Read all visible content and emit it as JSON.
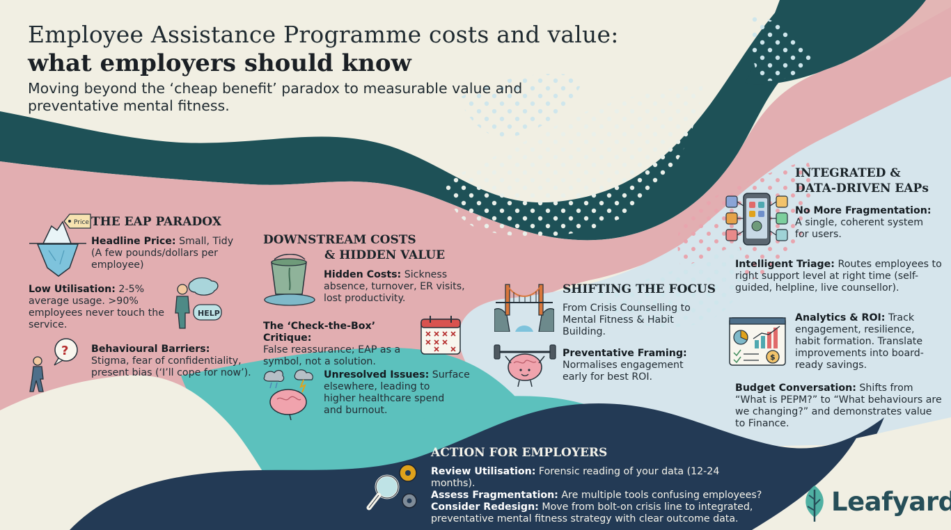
{
  "title": {
    "line1": "Employee Assistance Programme costs and value:",
    "line2": "what employers should know",
    "subtitle_line1": "Moving beyond the ‘cheap benefit’ paradox to measurable value and",
    "subtitle_line2": "preventative mental fitness."
  },
  "paradox": {
    "heading": "THE EAP PARADOX",
    "tag_label": "Price",
    "headline_label": "Headline Price:",
    "headline_text": " Small, Tidy",
    "headline_line2": "(A few pounds/dollars per",
    "headline_line3": "employee)",
    "low_label": "Low Utilisation:",
    "low_text": " 2-5%",
    "low_line2": "average usage. >90%",
    "low_line3": "employees never touch the",
    "low_line4": "service.",
    "help_label": "HELP",
    "barriers_label": "Behavioural Barriers:",
    "barriers_line2": "Stigma, fear of confidentiality,",
    "barriers_line3": "present bias (‘I’ll cope for now’)."
  },
  "downstream": {
    "heading_line1": "DOWNSTREAM COSTS",
    "heading_line2": "& HIDDEN VALUE",
    "hidden_label": "Hidden Costs:",
    "hidden_text": " Sickness",
    "hidden_line2": "absence, turnover, ER visits,",
    "hidden_line3": "lost productivity.",
    "checkbox_label": "The ‘Check-the-Box’ Critique:",
    "checkbox_line2": "False reassurance; EAP as a",
    "checkbox_line3": "symbol, not a solution.",
    "unresolved_label": "Unresolved Issues:",
    "unresolved_text": " Surface",
    "unresolved_line2": "elsewhere, leading to",
    "unresolved_line3": "higher healthcare spend",
    "unresolved_line4": "and burnout."
  },
  "shifting": {
    "heading": "SHIFTING THE FOCUS",
    "line1": "From Crisis Counselling to",
    "line2": "Mental Fitness & Habit",
    "line3": "Building.",
    "prev_label": "Preventative Framing:",
    "prev_line2": "Normalises engagement",
    "prev_line3": "early for best ROI."
  },
  "integrated": {
    "heading_line1": "INTEGRATED &",
    "heading_line2": "DATA-DRIVEN EAPs",
    "frag_label": "No More Fragmentation:",
    "frag_line2": "A single, coherent system",
    "frag_line3": "for users.",
    "triage_label": "Intelligent Triage:",
    "triage_text": " Routes employees to",
    "triage_line2": "right support level at right time (self-",
    "triage_line3": "guided, helpline, live counsellor).",
    "analytics_label": "Analytics & ROI:",
    "analytics_text": " Track",
    "analytics_line2": "engagement, resilience,",
    "analytics_line3": "habit formation. Translate",
    "analytics_line4": "improvements into board-",
    "analytics_line5": "ready savings.",
    "budget_label": "Budget Conversation:",
    "budget_text": " Shifts from",
    "budget_line2": "“What is PEPM?” to “What behaviours are",
    "budget_line3": "we changing?” and demonstrates value",
    "budget_line4": "to Finance."
  },
  "action": {
    "heading": "ACTION FOR EMPLOYERS",
    "review_label": "Review Utilisation:",
    "review_text": " Forensic reading of your data (12-24 months).",
    "assess_label": "Assess Fragmentation:",
    "assess_text": " Are multiple tools confusing employees?",
    "consider_label": "Consider Redesign:",
    "consider_text": " Move from bolt-on crisis line to integrated,",
    "consider_line2": "preventative mental fitness strategy with clear outcome data."
  },
  "logo": {
    "text": "Leafyard"
  },
  "colors": {
    "background": "#f1efe3",
    "pink": "#e2aeb1",
    "teal_dark": "#1e5157",
    "navy": "#233a55",
    "turquoise": "#5cc1bd",
    "light_blue": "#d6e5ec"
  },
  "icons": [
    "iceberg-icon",
    "price-tag-icon",
    "help-person-icon",
    "question-person-icon",
    "bucket-icon",
    "calendar-checklist-icon",
    "stressed-brain-icon",
    "bridge-icon",
    "brain-dumbbell-icon",
    "phone-apps-icon",
    "analytics-board-icon",
    "magnifier-gears-icon",
    "leaf-logo-icon"
  ]
}
